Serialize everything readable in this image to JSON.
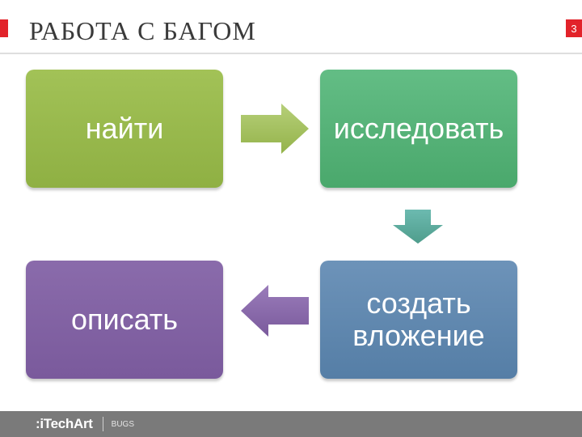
{
  "header": {
    "title": "РАБОТА С БАГОМ",
    "page_number": "3"
  },
  "diagram": {
    "steps": [
      {
        "id": "find",
        "label": "найти",
        "color": "#9bbb59"
      },
      {
        "id": "investigate",
        "label": "исследовать",
        "color": "#56b27a"
      },
      {
        "id": "attach",
        "label": "создать вложение",
        "color": "#5f89b2"
      },
      {
        "id": "describe",
        "label": "описать",
        "color": "#8064a2"
      }
    ],
    "arrows": [
      {
        "from": "find",
        "to": "investigate",
        "direction": "right",
        "color": "#a7c462"
      },
      {
        "from": "investigate",
        "to": "attach",
        "direction": "down",
        "color": "#5eaf9f"
      },
      {
        "from": "attach",
        "to": "describe",
        "direction": "left",
        "color": "#8a6aad"
      }
    ]
  },
  "footer": {
    "logo": ":iTechArt",
    "section": "BUGS"
  },
  "colors": {
    "accent": "#e2232a",
    "footer_bg": "#7a7a7a"
  }
}
